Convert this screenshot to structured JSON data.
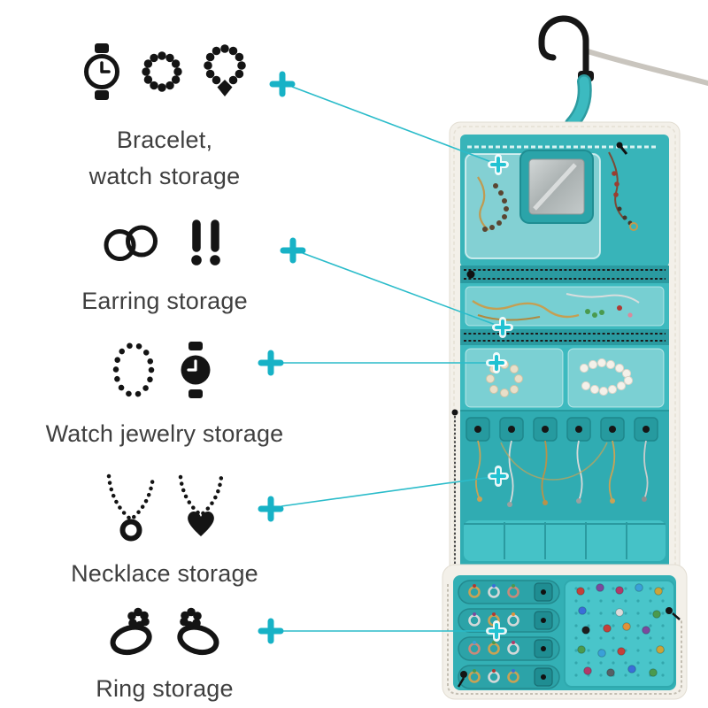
{
  "accent_color": "#1cb5c8",
  "organizer_color": "#38b4b9",
  "hook_color": "#161616",
  "strap_color": "#c9c5be",
  "text_color": "#3f3f3f",
  "annotations": [
    {
      "label": "Bracelet,\nwatch storage",
      "icons": [
        "watch-icon",
        "bead-bracelet-icon",
        "bead-necklace-icon"
      ]
    },
    {
      "label": "Earring storage",
      "icons": [
        "hoop-earrings-icon",
        "drop-earrings-icon"
      ]
    },
    {
      "label": "Watch jewelry storage",
      "icons": [
        "bead-bangle-icon",
        "watch-icon"
      ]
    },
    {
      "label": "Necklace storage",
      "icons": [
        "round-pendant-necklace-icon",
        "heart-pendant-necklace-icon"
      ]
    },
    {
      "label": "Ring storage",
      "icons": [
        "gem-ring-icon",
        "gem-ring-icon"
      ]
    }
  ]
}
